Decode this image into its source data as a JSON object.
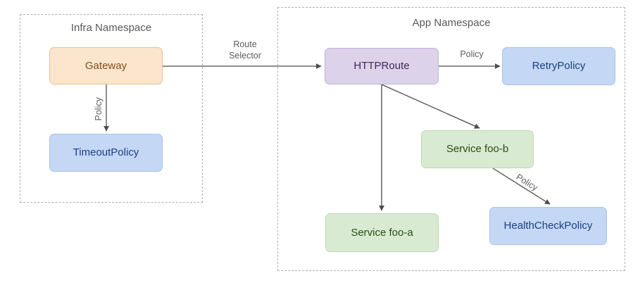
{
  "diagram": {
    "title": "",
    "colors": {
      "gateway_fill": "#fce5cd",
      "gateway_text": "#7f4f17",
      "policy_fill": "#c4d7f5",
      "policy_text": "#1c3f81",
      "route_fill": "#dcd2ea",
      "route_text": "#3d2a5a",
      "service_fill": "#d9ead3",
      "service_text": "#274e13",
      "namespace_border": "#b0b0b0",
      "edge_stroke": "#4d4d4d",
      "label_text": "#5c5c5c"
    },
    "namespaces": [
      {
        "id": "infra",
        "label": "Infra Namespace"
      },
      {
        "id": "app",
        "label": "App Namespace"
      }
    ],
    "nodes": [
      {
        "id": "gateway",
        "label": "Gateway",
        "kind": "gateway",
        "namespace": "infra"
      },
      {
        "id": "timeoutpolicy",
        "label": "TimeoutPolicy",
        "kind": "policy",
        "namespace": "infra"
      },
      {
        "id": "httproute",
        "label": "HTTPRoute",
        "kind": "route",
        "namespace": "app"
      },
      {
        "id": "retrypolicy",
        "label": "RetryPolicy",
        "kind": "policy",
        "namespace": "app"
      },
      {
        "id": "servicefoob",
        "label": "Service foo-b",
        "kind": "service",
        "namespace": "app"
      },
      {
        "id": "servicefooa",
        "label": "Service foo-a",
        "kind": "service",
        "namespace": "app"
      },
      {
        "id": "healthcheckpolicy",
        "label": "HealthCheckPolicy",
        "kind": "policy",
        "namespace": "app"
      }
    ],
    "edges": [
      {
        "id": "gateway-httproute",
        "from": "gateway",
        "to": "httproute",
        "label_line1": "Route",
        "label_line2": "Selector"
      },
      {
        "id": "gateway-timeoutpolicy",
        "from": "gateway",
        "to": "timeoutpolicy",
        "label": "Policy"
      },
      {
        "id": "httproute-retrypolicy",
        "from": "httproute",
        "to": "retrypolicy",
        "label": "Policy"
      },
      {
        "id": "httproute-servicefoob",
        "from": "httproute",
        "to": "servicefoob",
        "label": ""
      },
      {
        "id": "httproute-servicefooa",
        "from": "httproute",
        "to": "servicefooa",
        "label": ""
      },
      {
        "id": "servicefoob-healthcheckpolicy",
        "from": "servicefoob",
        "to": "healthcheckpolicy",
        "label": "Policy"
      }
    ]
  }
}
